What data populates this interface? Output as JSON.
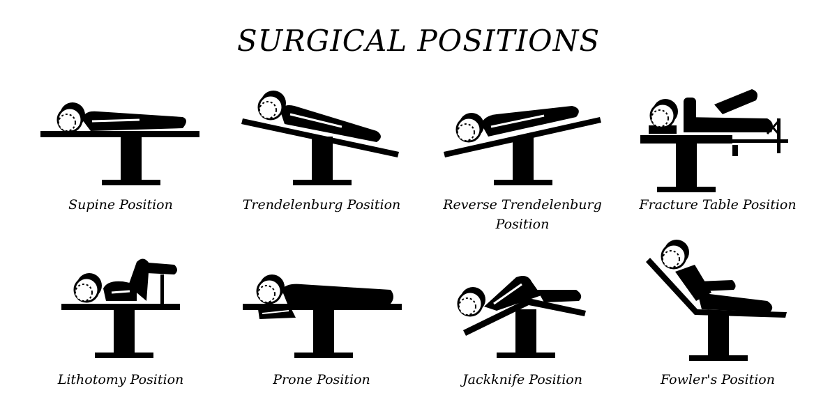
{
  "title": "SURGICAL POSITIONS",
  "positions": [
    {
      "id": "supine",
      "caption": [
        "Supine Position"
      ],
      "icon": "supine-position-icon"
    },
    {
      "id": "trendelenburg",
      "caption": [
        "Trendelenburg Position"
      ],
      "icon": "trendelenburg-position-icon"
    },
    {
      "id": "reverse-trendelenburg",
      "caption": [
        "Reverse Trendelenburg",
        "Position"
      ],
      "icon": "reverse-trendelenburg-position-icon"
    },
    {
      "id": "fracture-table",
      "caption": [
        "Fracture Table Position"
      ],
      "icon": "fracture-table-position-icon"
    },
    {
      "id": "lithotomy",
      "caption": [
        "Lithotomy Position"
      ],
      "icon": "lithotomy-position-icon"
    },
    {
      "id": "prone",
      "caption": [
        "Prone Position"
      ],
      "icon": "prone-position-icon"
    },
    {
      "id": "jackknife",
      "caption": [
        "Jackknife Position"
      ],
      "icon": "jackknife-position-icon"
    },
    {
      "id": "fowlers",
      "caption": [
        "Fowler's Position"
      ],
      "icon": "fowlers-position-icon"
    }
  ],
  "colors": {
    "ink": "#000000",
    "background": "#ffffff"
  }
}
